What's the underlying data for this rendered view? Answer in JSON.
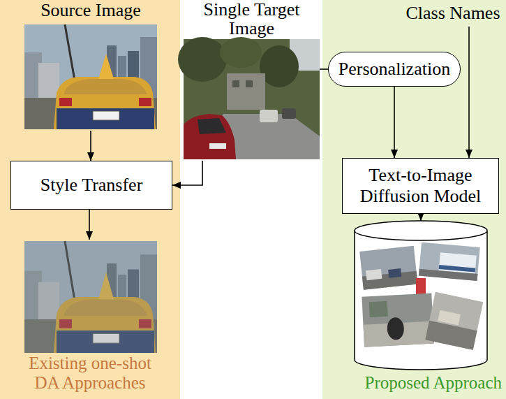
{
  "diagram": {
    "nodes": [
      {
        "text": [
          "Existing one-shot DA Approaches"
        ]
      },
      {
        "text": [
          "Source Image"
        ],
        "in": 0
      },
      {
        "text": [
          "Style Transfer"
        ],
        "in": 0
      },
      {
        "text": [
          "Single Target Image"
        ]
      },
      {
        "text": [
          "Proposed Approach"
        ]
      },
      {
        "text": [
          "Personalization"
        ],
        "in": 4
      },
      {
        "text": [
          "Class Names"
        ],
        "in": 4
      },
      {
        "text": [
          "Text-to-Image Diffusion Model"
        ],
        "in": 4
      }
    ],
    "edges": [
      {
        "from": 1,
        "to": 2,
        "arrow": "to"
      },
      {
        "from": 3,
        "to": 2,
        "arrow": "to"
      },
      {
        "from": 3,
        "to": 5,
        "arrow": "none"
      },
      {
        "from": 5,
        "to": 7,
        "arrow": "to"
      },
      {
        "from": 6,
        "to": 7,
        "arrow": "to"
      }
    ]
  }
}
